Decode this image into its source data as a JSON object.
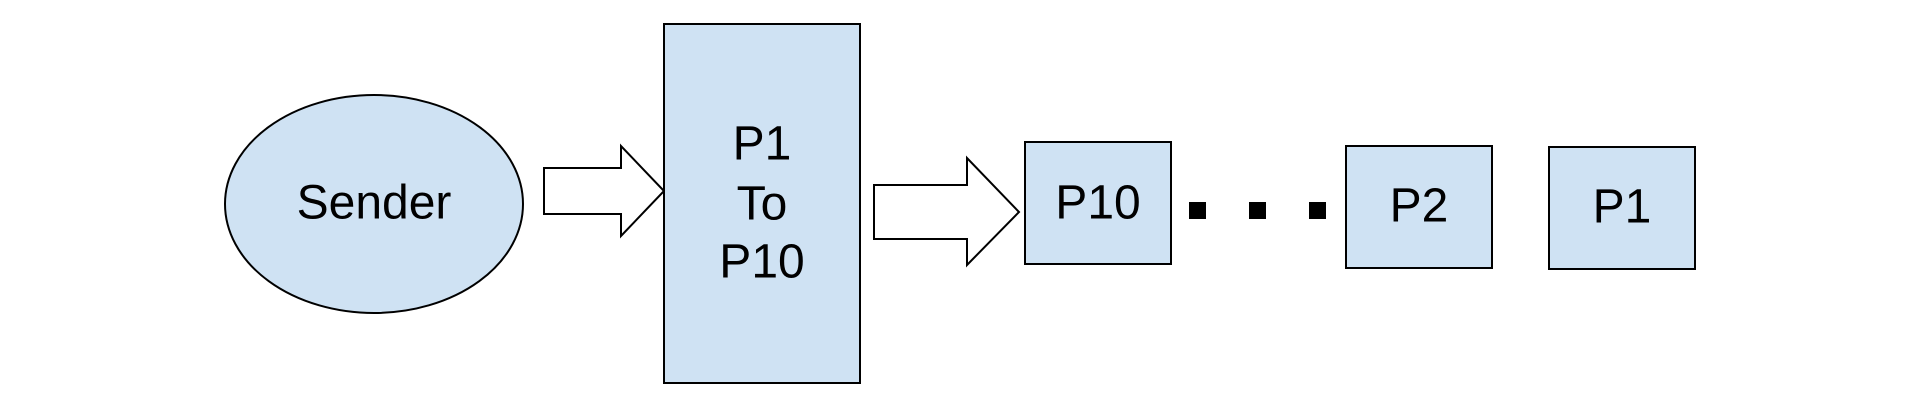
{
  "diagram": {
    "colors": {
      "shape_fill": "#cfe2f3",
      "outline": "#000000",
      "arrow_fill": "#ffffff"
    },
    "sender": {
      "label": "Sender"
    },
    "batch_box": {
      "line1": "P1",
      "line2": "To",
      "line3": "P10"
    },
    "queue": {
      "first": "P10",
      "ellipsis_dots": 3,
      "second": "P2",
      "third": "P1"
    }
  }
}
